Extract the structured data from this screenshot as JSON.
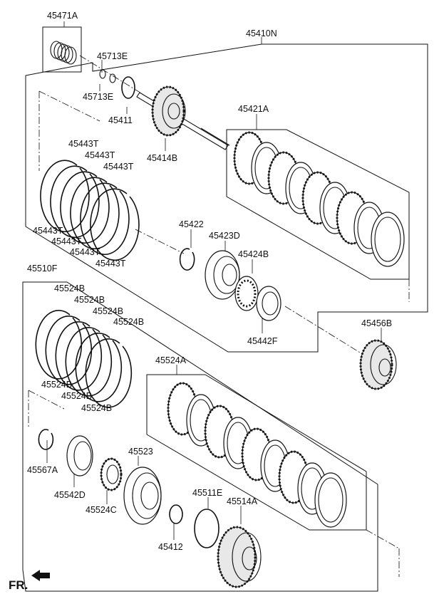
{
  "labels": {
    "p45471A": "45471A",
    "p45410N": "45410N",
    "p45713E_top": "45713E",
    "p45713E_bottom": "45713E",
    "p45411": "45411",
    "p45414B": "45414B",
    "p45421A": "45421A",
    "p45443T_1": "45443T",
    "p45443T_2": "45443T",
    "p45443T_3": "45443T",
    "p45443T_4": "45443T",
    "p45443T_5": "45443T",
    "p45443T_6": "45443T",
    "p45443T_7": "45443T",
    "p45422": "45422",
    "p45423D": "45423D",
    "p45424B": "45424B",
    "p45442F": "45442F",
    "p45456B": "45456B",
    "p45510F": "45510F",
    "p45524B_1": "45524B",
    "p45524B_2": "45524B",
    "p45524B_3": "45524B",
    "p45524B_4": "45524B",
    "p45524B_5": "45524B",
    "p45524B_6": "45524B",
    "p45524B_7": "45524B",
    "p45524A": "45524A",
    "p45567A": "45567A",
    "p45542D": "45542D",
    "p45523": "45523",
    "p45524C": "45524C",
    "p45511E": "45511E",
    "p45514A": "45514A",
    "p45412": "45412"
  },
  "direction": {
    "text": "FR.",
    "icon": "arrow-left-icon"
  }
}
